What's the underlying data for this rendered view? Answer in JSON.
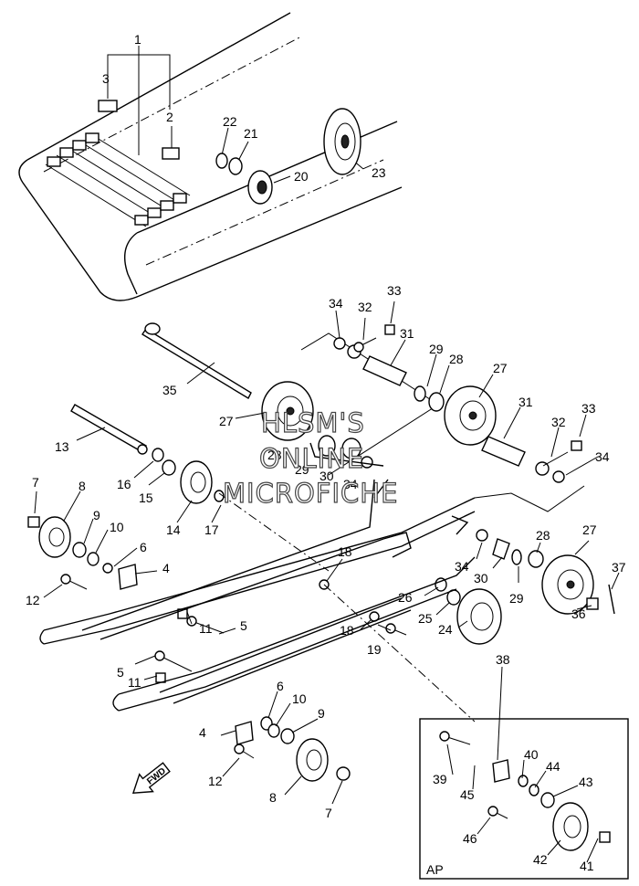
{
  "watermark": {
    "line1": "HLSM'S",
    "line2": "ONLINE",
    "line3": "MICROFICHE"
  },
  "inset_label": "AP",
  "fwd_label": "FWD",
  "callouts": [
    {
      "id": "c1",
      "text": "1"
    },
    {
      "id": "c2",
      "text": "2"
    },
    {
      "id": "c3",
      "text": "3"
    },
    {
      "id": "c4a",
      "text": "4"
    },
    {
      "id": "c4b",
      "text": "4"
    },
    {
      "id": "c5a",
      "text": "5"
    },
    {
      "id": "c5b",
      "text": "5"
    },
    {
      "id": "c6a",
      "text": "6"
    },
    {
      "id": "c6b",
      "text": "6"
    },
    {
      "id": "c7a",
      "text": "7"
    },
    {
      "id": "c7b",
      "text": "7"
    },
    {
      "id": "c8a",
      "text": "8"
    },
    {
      "id": "c8b",
      "text": "8"
    },
    {
      "id": "c9a",
      "text": "9"
    },
    {
      "id": "c9b",
      "text": "9"
    },
    {
      "id": "c10a",
      "text": "10"
    },
    {
      "id": "c10b",
      "text": "10"
    },
    {
      "id": "c11a",
      "text": "11"
    },
    {
      "id": "c11b",
      "text": "11"
    },
    {
      "id": "c12a",
      "text": "12"
    },
    {
      "id": "c12b",
      "text": "12"
    },
    {
      "id": "c13",
      "text": "13"
    },
    {
      "id": "c14",
      "text": "14"
    },
    {
      "id": "c15",
      "text": "15"
    },
    {
      "id": "c16",
      "text": "16"
    },
    {
      "id": "c17",
      "text": "17"
    },
    {
      "id": "c18a",
      "text": "18"
    },
    {
      "id": "c18b",
      "text": "18"
    },
    {
      "id": "c19",
      "text": "19"
    },
    {
      "id": "c20",
      "text": "20"
    },
    {
      "id": "c21",
      "text": "21"
    },
    {
      "id": "c22",
      "text": "22"
    },
    {
      "id": "c23",
      "text": "23"
    },
    {
      "id": "c24",
      "text": "24"
    },
    {
      "id": "c25",
      "text": "25"
    },
    {
      "id": "c26",
      "text": "26"
    },
    {
      "id": "c27a",
      "text": "27"
    },
    {
      "id": "c27b",
      "text": "27"
    },
    {
      "id": "c27c",
      "text": "27"
    },
    {
      "id": "c28a",
      "text": "28"
    },
    {
      "id": "c28b",
      "text": "28"
    },
    {
      "id": "c28c",
      "text": "28"
    },
    {
      "id": "c29a",
      "text": "29"
    },
    {
      "id": "c29b",
      "text": "29"
    },
    {
      "id": "c29c",
      "text": "29"
    },
    {
      "id": "c30a",
      "text": "30"
    },
    {
      "id": "c30b",
      "text": "30"
    },
    {
      "id": "c31a",
      "text": "31"
    },
    {
      "id": "c31b",
      "text": "31"
    },
    {
      "id": "c32a",
      "text": "32"
    },
    {
      "id": "c32b",
      "text": "32"
    },
    {
      "id": "c33a",
      "text": "33"
    },
    {
      "id": "c33b",
      "text": "33"
    },
    {
      "id": "c34a",
      "text": "34"
    },
    {
      "id": "c34b",
      "text": "34"
    },
    {
      "id": "c34c",
      "text": "34"
    },
    {
      "id": "c34d",
      "text": "34"
    },
    {
      "id": "c35",
      "text": "35"
    },
    {
      "id": "c36",
      "text": "36"
    },
    {
      "id": "c37",
      "text": "37"
    },
    {
      "id": "c38",
      "text": "38"
    },
    {
      "id": "c39",
      "text": "39"
    },
    {
      "id": "c40",
      "text": "40"
    },
    {
      "id": "c41",
      "text": "41"
    },
    {
      "id": "c42",
      "text": "42"
    },
    {
      "id": "c43",
      "text": "43"
    },
    {
      "id": "c44",
      "text": "44"
    },
    {
      "id": "c45",
      "text": "45"
    },
    {
      "id": "c46",
      "text": "46"
    }
  ]
}
